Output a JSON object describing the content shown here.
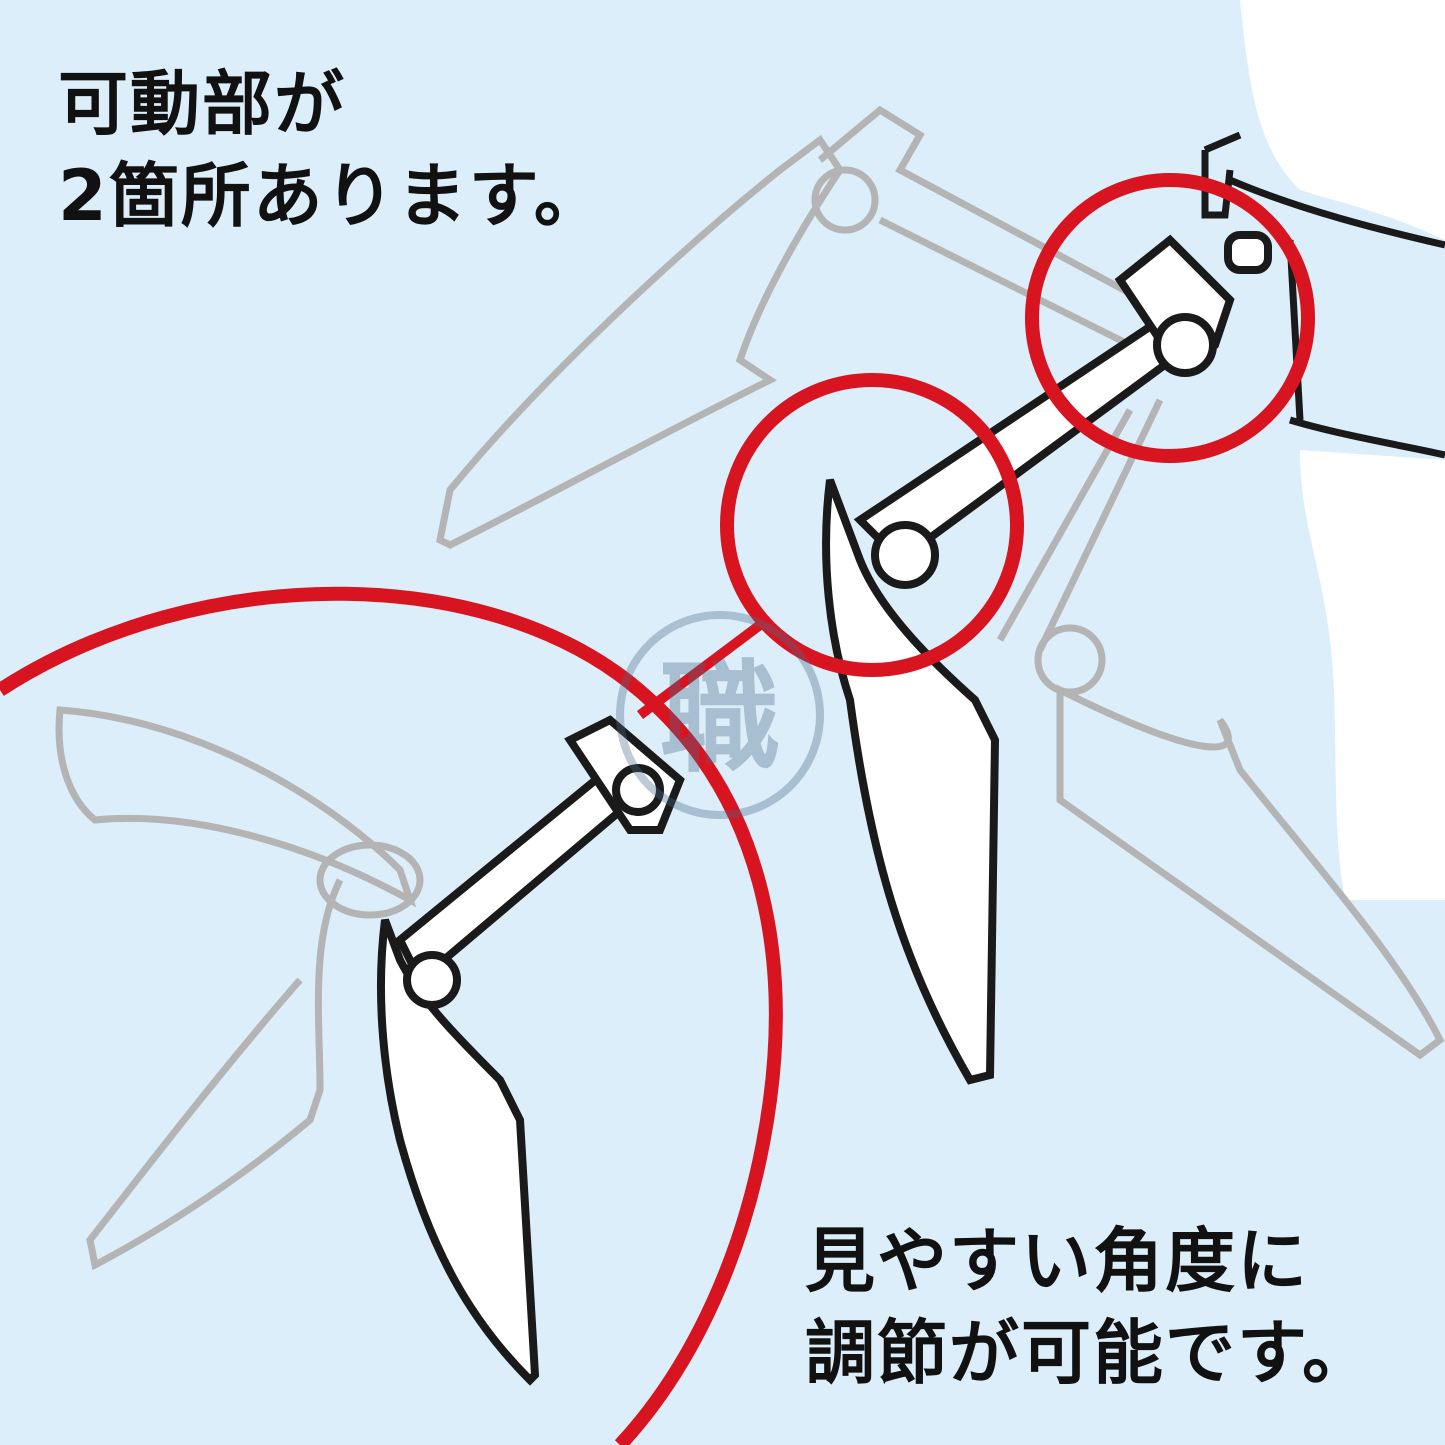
{
  "captions": {
    "top": [
      "可動部が",
      "2箇所あります。"
    ],
    "bottom": [
      "見やすい角度に",
      "調節が可能です。"
    ]
  },
  "watermark": {
    "text": "職"
  },
  "colors": {
    "background": "#dcEEF9",
    "highlight_ring": "#d7141f",
    "ghost_line": "#b4b4b4",
    "line": "#1a1a1a"
  }
}
